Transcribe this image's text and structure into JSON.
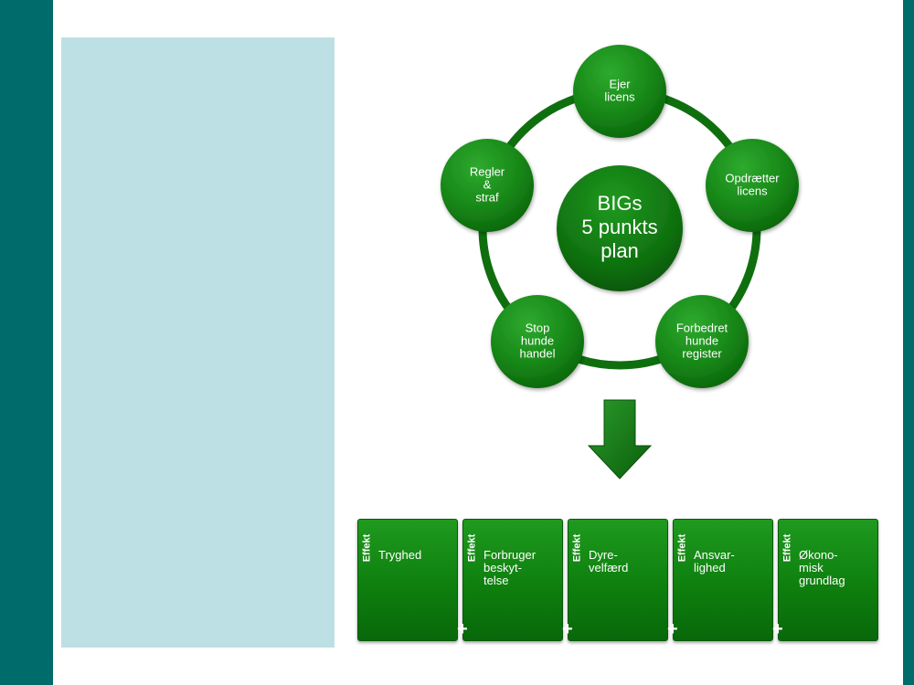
{
  "diagram": {
    "center": {
      "lines": [
        "BIGs",
        "5 punkts",
        "plan"
      ]
    },
    "nodes": [
      {
        "id": "ejer",
        "lines": [
          "Ejer",
          "licens"
        ]
      },
      {
        "id": "opdraetter",
        "lines": [
          "Opdrætter",
          "licens"
        ]
      },
      {
        "id": "forbedret",
        "lines": [
          "Forbedret",
          "hunde",
          "register"
        ]
      },
      {
        "id": "stop",
        "lines": [
          "Stop",
          "hunde",
          "handel"
        ]
      },
      {
        "id": "regler",
        "lines": [
          "Regler",
          "&",
          "straf"
        ]
      }
    ]
  },
  "effects": {
    "tab_label": "Effekt",
    "cards": [
      {
        "text": "Tryghed"
      },
      {
        "text": "Forbruger\nbeskyt-\ntelse"
      },
      {
        "text": "Dyre-\nvelfærd"
      },
      {
        "text": "Ansvar-\nlighed"
      },
      {
        "text": "Økono-\nmisk\ngrundlag"
      }
    ]
  },
  "colors": {
    "sidebar": "#006b6b",
    "panel": "#bde0e4",
    "green": "#1a8a1a",
    "dark_green": "#0b5e0b"
  }
}
